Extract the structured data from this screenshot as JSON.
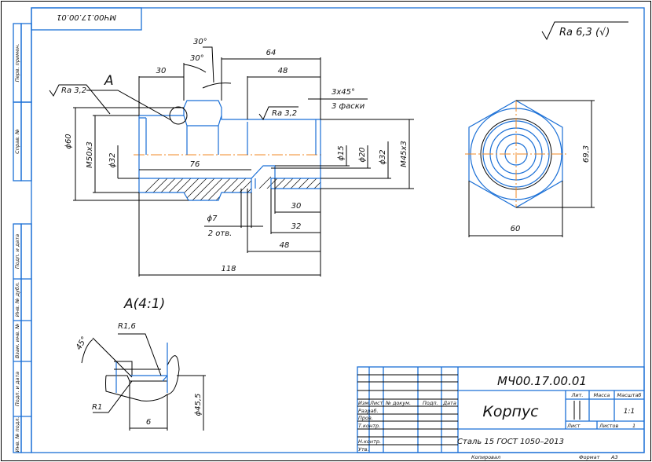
{
  "designation": "МЧ00.17.00.01",
  "designation_top_stamp": "МЧ00.17.00.01",
  "side_stamps": [
    "Перв. примен.",
    "Справ. №",
    "Подп. и дата",
    "Инв. № дубл.",
    "Взам. инв. №",
    "Подп. и дата",
    "Инв. № подл."
  ],
  "roughness_general": "Ra 6,3 (√)",
  "main_view": {
    "roughness_left": "Ra 3,2",
    "roughness_right": "Ra 3,2",
    "section_mark": "A",
    "dims": {
      "d30_top": "30",
      "angle_outer": "30°",
      "angle_inner": "30°",
      "d64": "64",
      "d48_top": "48",
      "chamfer": "3x45°",
      "chamfer_note": "3 фаски",
      "phi60": "ϕ60",
      "m50": "M50x3",
      "phi32_left": "ϕ32",
      "d76": "76",
      "phi15": "ϕ15",
      "phi20": "ϕ20",
      "phi32_right": "ϕ32",
      "m45": "M45x3",
      "phi7": "ϕ7",
      "holes": "2 отв.",
      "d30_bottom": "30",
      "d32": "32",
      "d48_bottom": "48",
      "d118": "118"
    }
  },
  "end_view": {
    "height": "69,3",
    "width": "60"
  },
  "detail": {
    "title": "A(4:1)",
    "r16": "R1,6",
    "angle": "45°",
    "r1": "R1",
    "d6": "6",
    "phi45": "ϕ45,5"
  },
  "title_block": {
    "designation": "МЧ00.17.00.01",
    "name": "Корпус",
    "material": "Сталь 15 ГОСТ 1050–2013",
    "headers": [
      "Изм.",
      "Лист",
      "№ докум.",
      "Подп.",
      "Дата"
    ],
    "roles": [
      "Разраб.",
      "Пров.",
      "Т.контр.",
      "Н.контр.",
      "Утв."
    ],
    "lit_label": "Лит.",
    "mass_label": "Масса",
    "scale_label": "Масштаб",
    "scale": "1:1",
    "sheet_label": "Лист",
    "sheets_label": "Листов",
    "sheets": "1",
    "copied": "Копировал",
    "format_label": "Формат",
    "format": "А3"
  }
}
